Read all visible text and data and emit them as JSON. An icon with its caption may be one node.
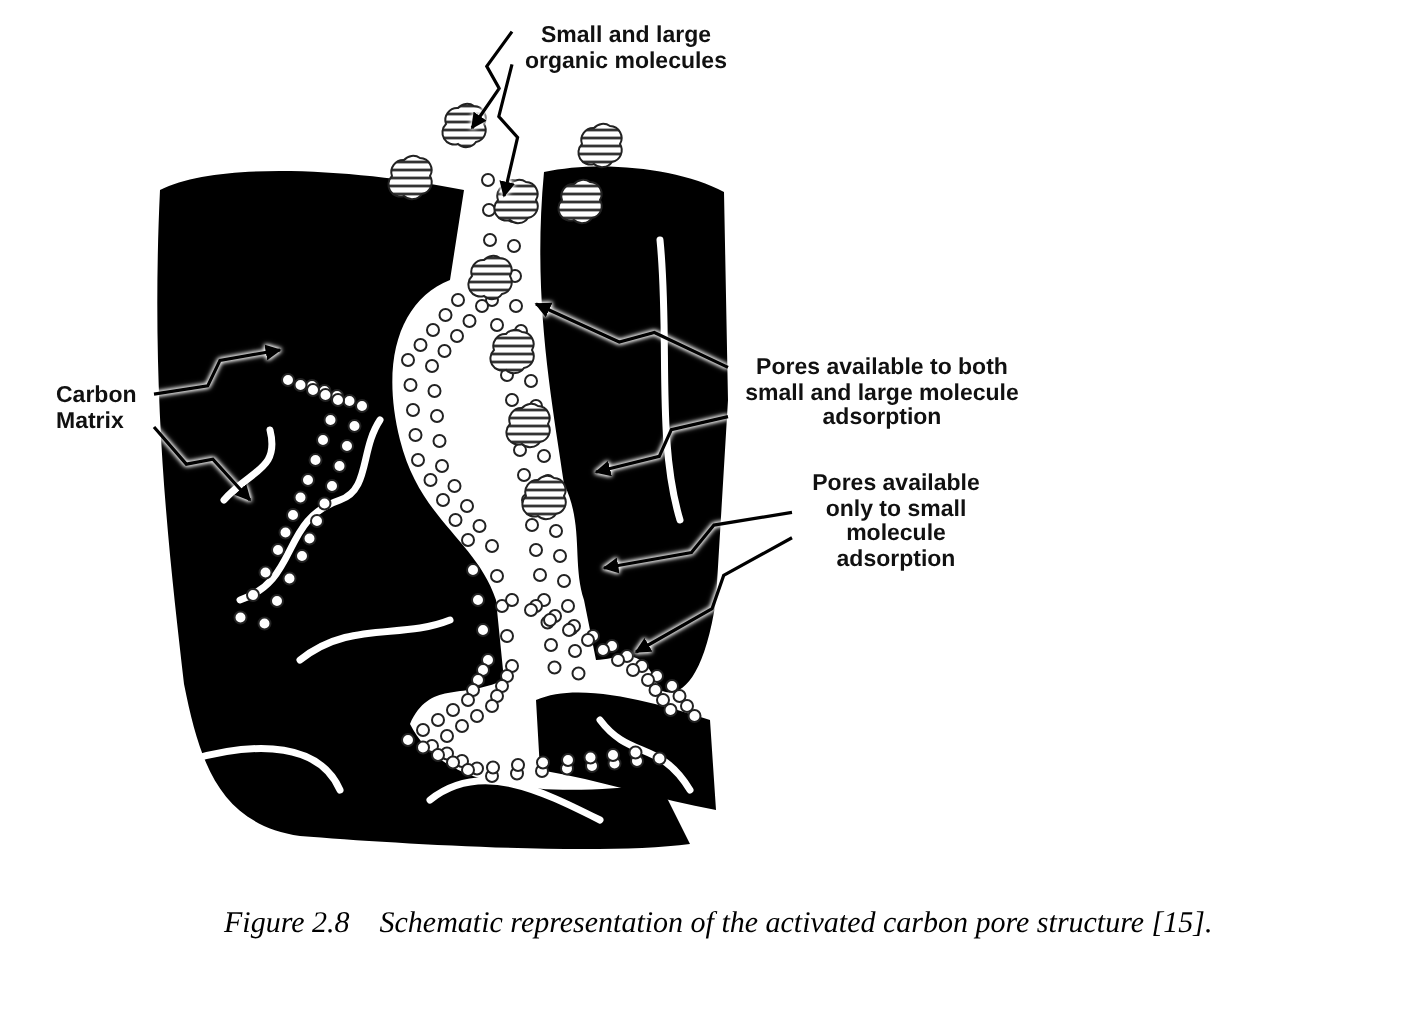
{
  "diagram": {
    "caption": "Figure 2.8    Schematic representation of the activated carbon pore structure [15].",
    "nodes": [
      {
        "text": [
          "Small and large organic molecules"
        ]
      },
      {
        "text": [
          "Carbon Matrix"
        ]
      },
      {
        "text": [
          "Pores available to both small and large molecule adsorption"
        ]
      },
      {
        "text": [
          "Pores available only to small molecule adsorption"
        ]
      }
    ],
    "edges": [
      {
        "from": 0,
        "to": null,
        "arrow": "to"
      },
      {
        "from": 0,
        "to": null,
        "arrow": "to"
      },
      {
        "from": 1,
        "to": null,
        "arrow": "to"
      },
      {
        "from": 1,
        "to": null,
        "arrow": "to"
      },
      {
        "from": 2,
        "to": null,
        "arrow": "to"
      },
      {
        "from": 2,
        "to": null,
        "arrow": "to"
      },
      {
        "from": 3,
        "to": null,
        "arrow": "to"
      },
      {
        "from": 3,
        "to": null,
        "arrow": "to"
      }
    ]
  }
}
